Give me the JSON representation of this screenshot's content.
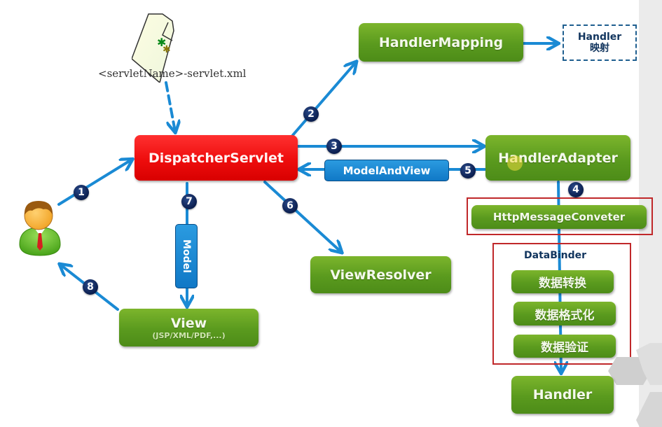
{
  "colors": {
    "wire": "#1a8ad4",
    "green_box": "#5a9a1e",
    "red_box": "#ee0d0d",
    "blue_box": "#1078c6",
    "step_badge": "#0a1d4d",
    "frame": "#c0282a",
    "dark_text": "#12355e"
  },
  "config_file": {
    "icon": "xml-document-icon",
    "label": "<servletName>-servlet.xml"
  },
  "user": {
    "icon": "user-avatar-icon"
  },
  "components": {
    "dispatcher": "DispatcherServlet",
    "handler_mapping": "HandlerMapping",
    "handler_mapping_result": {
      "line1": "Handler",
      "line2": "映射"
    },
    "handler_adapter": "HandlerAdapter",
    "model_and_view": "ModelAndView",
    "message_converter": "HttpMessageConveter",
    "data_binder": {
      "title": "DataBinder",
      "steps": [
        "数据转换",
        "数据格式化",
        "数据验证"
      ]
    },
    "handler": "Handler",
    "view_resolver": "ViewResolver",
    "model": "Model",
    "view": {
      "title": "View",
      "subtitle": "(JSP/XML/PDF,...)"
    }
  },
  "steps": [
    "1",
    "2",
    "3",
    "4",
    "5",
    "6",
    "7",
    "8"
  ]
}
